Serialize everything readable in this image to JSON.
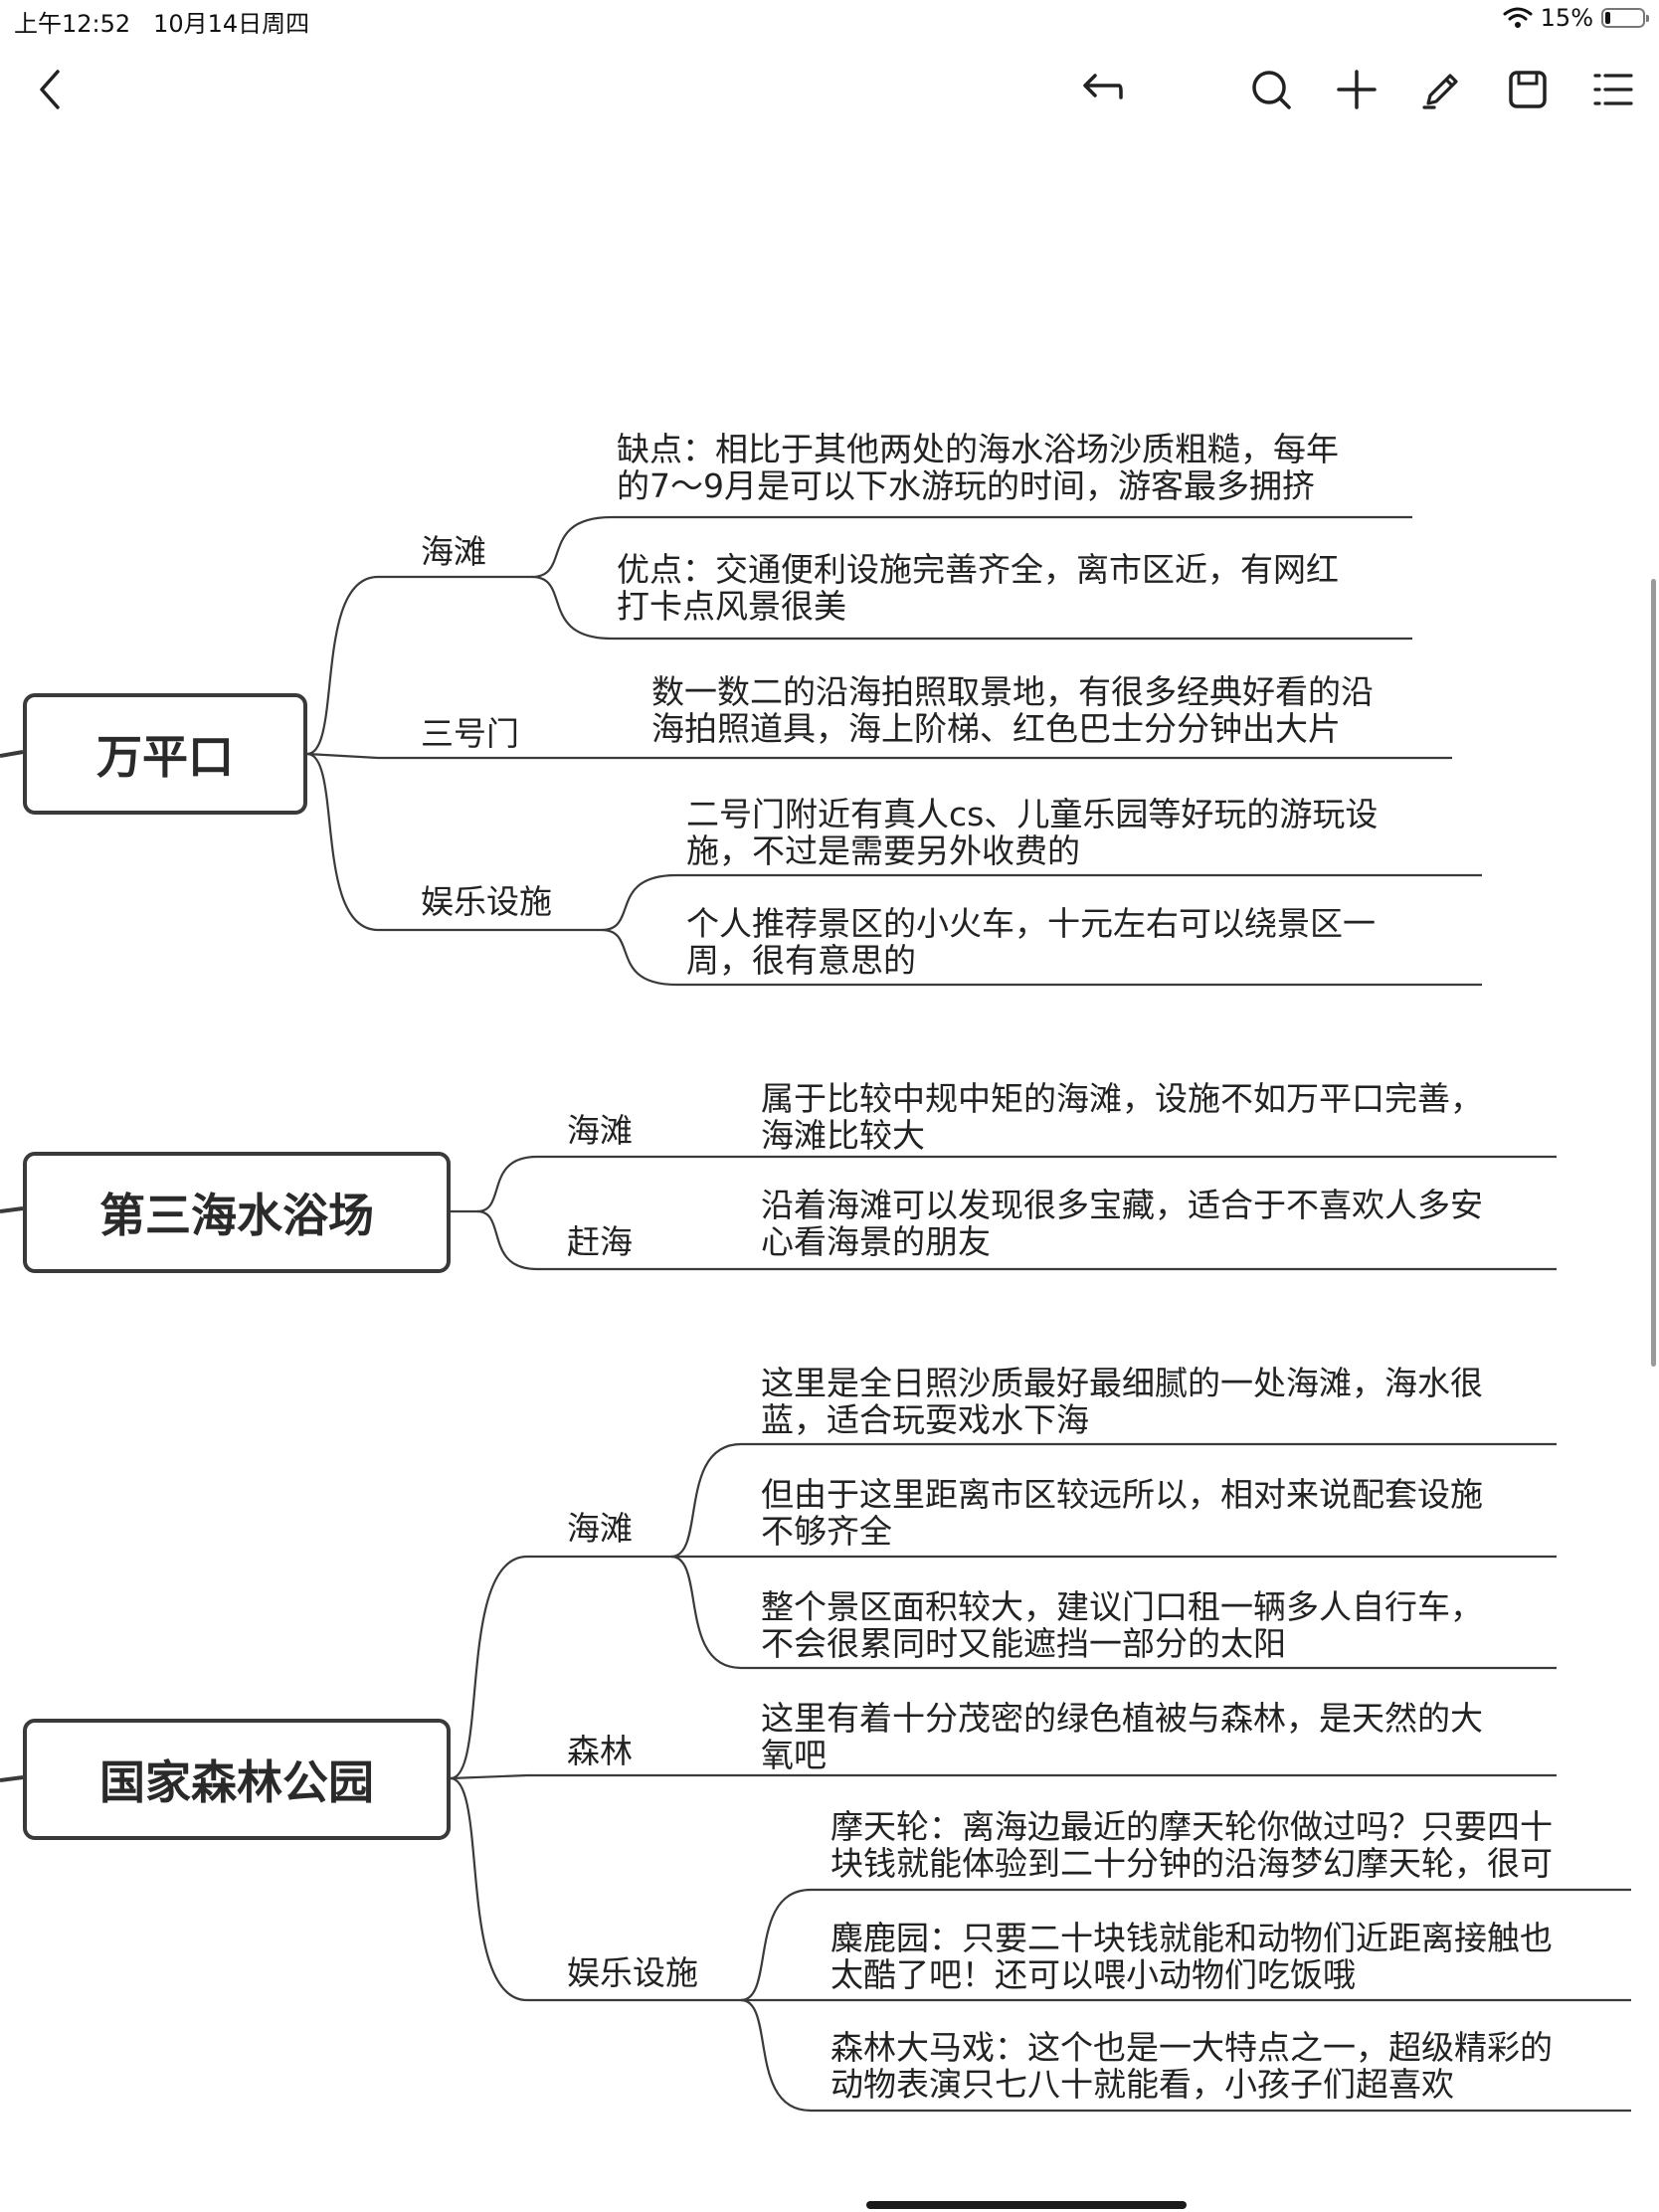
{
  "status_bar": {
    "time": "上午12:52",
    "date": "10月14日周四",
    "battery_percent": "15%",
    "battery_level": 0.15
  },
  "toolbar": {
    "icons": [
      "back-chevron-icon",
      "undo-icon",
      "search-icon",
      "plus-icon",
      "pen-icon",
      "save-icon",
      "menu-icon"
    ]
  },
  "mindmap": {
    "topics": [
      {
        "title": "万平口",
        "branches": [
          {
            "label": "海滩",
            "leaves": [
              [
                "缺点：相比于其他两处的海水浴场沙质粗糙，每年",
                "的7～9月是可以下水游玩的时间，游客最多拥挤"
              ],
              [
                "优点：交通便利设施完善齐全，离市区近，有网红",
                "打卡点风景很美"
              ]
            ]
          },
          {
            "label": "三号门",
            "leaves": [
              [
                "数一数二的沿海拍照取景地，有很多经典好看的沿",
                "海拍照道具，海上阶梯、红色巴士分分钟出大片"
              ]
            ]
          },
          {
            "label": "娱乐设施",
            "leaves": [
              [
                "二号门附近有真人cs、儿童乐园等好玩的游玩设",
                "施，不过是需要另外收费的"
              ],
              [
                "个人推荐景区的小火车，十元左右可以绕景区一",
                "周，很有意思的"
              ]
            ]
          }
        ]
      },
      {
        "title": "第三海水浴场",
        "branches": [
          {
            "label": "海滩",
            "leaves": [
              [
                "属于比较中规中矩的海滩，设施不如万平口完善，",
                "海滩比较大"
              ]
            ]
          },
          {
            "label": "赶海",
            "leaves": [
              [
                "沿着海滩可以发现很多宝藏，适合于不喜欢人多安",
                "心看海景的朋友"
              ]
            ]
          }
        ]
      },
      {
        "title": "国家森林公园",
        "branches": [
          {
            "label": "海滩",
            "leaves": [
              [
                "这里是全日照沙质最好最细腻的一处海滩，海水很",
                "蓝，适合玩耍戏水下海"
              ],
              [
                "但由于这里距离市区较远所以，相对来说配套设施",
                "不够齐全"
              ],
              [
                "整个景区面积较大，建议门口租一辆多人自行车，",
                "不会很累同时又能遮挡一部分的太阳"
              ]
            ]
          },
          {
            "label": "森林",
            "leaves": [
              [
                "这里有着十分茂密的绿色植被与森林，是天然的大",
                "氧吧"
              ]
            ]
          },
          {
            "label": "娱乐设施",
            "leaves": [
              [
                "摩天轮：离海边最近的摩天轮你做过吗？只要四十",
                "块钱就能体验到二十分钟的沿海梦幻摩天轮，很可"
              ],
              [
                "麋鹿园：只要二十块钱就能和动物们近距离接触也",
                "太酷了吧！还可以喂小动物们吃饭哦"
              ],
              [
                "森林大马戏：这个也是一大特点之一，超级精彩的",
                "动物表演只七八十就能看，小孩子们超喜欢"
              ]
            ]
          }
        ]
      }
    ]
  }
}
